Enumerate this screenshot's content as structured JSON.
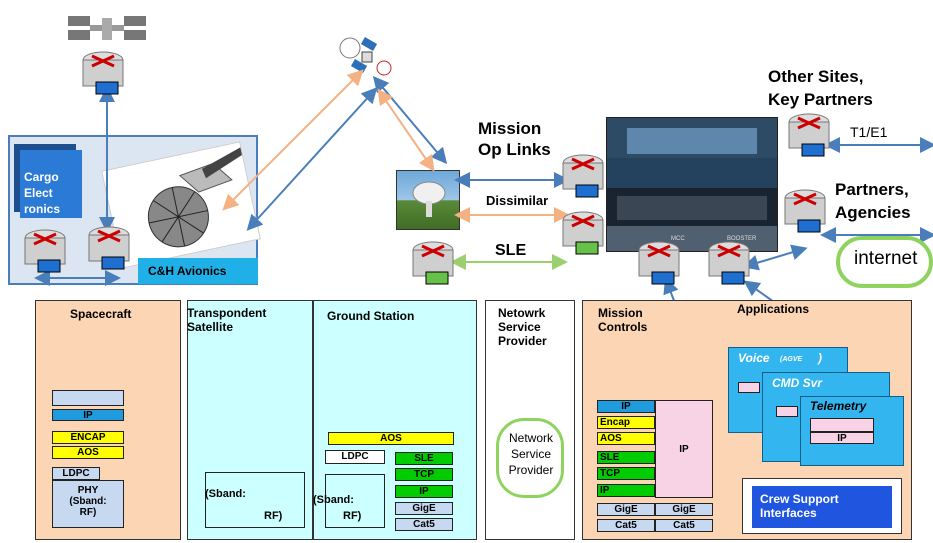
{
  "top": {
    "cargo_label": "Cargo\nElect\nronics",
    "avionics_label": "C&H Avionics",
    "mission_op_links": "Mission\nOp Links",
    "dissimilar": "Dissimilar",
    "sle_link": "SLE",
    "other_sites": "Other Sites,\nKey Partners",
    "t1e1": "T1/E1",
    "partners": "Partners,\nAgencies",
    "internet": "internet",
    "mcc_small": "MCC",
    "booster": "BOOSTER"
  },
  "bottom": {
    "spacecraft": {
      "title": "Spacecraft",
      "ip": "IP",
      "encap": "ENCAP",
      "aos": "AOS",
      "ldpc": "LDPC",
      "phy": "PHY\n(Sband:\nRF)"
    },
    "transponder": {
      "title": "Transpondent\nSatellite",
      "sband": "(Sband:",
      "rf": "RF)"
    },
    "ground": {
      "title": "Ground Station",
      "aos": "AOS",
      "ldpc": "LDPC",
      "sband": "(Sband:",
      "rf": "RF)",
      "sle": "SLE",
      "tcp": "TCP",
      "ip": "IP",
      "gige": "GigE",
      "cat5": "Cat5"
    },
    "nsp": {
      "title": "Netowrk\nService\nProvider",
      "cloud": "Network\nService\nProvider"
    },
    "mission": {
      "title": "Mission\nControls",
      "ip": "IP",
      "encap": "Encap",
      "aos": "AOS",
      "sle": "SLE",
      "tcp": "TCP",
      "ip2": "IP",
      "ip_box": "IP",
      "gige1": "GigE",
      "gige2": "GigE",
      "cat5_1": "Cat5",
      "cat5_2": "Cat5"
    },
    "applications": {
      "title": "Applications",
      "voice": "Voice",
      "agve": "(AGVE",
      "close": ")",
      "cmd": "CMD Svr",
      "telemetry": "Telemetry",
      "ip": "IP",
      "crew": "Crew Support\nInterfaces"
    }
  },
  "colors": {
    "orange_panel": "#fcd5b4",
    "cyan_panel": "#ccffff",
    "blue_link": "#4a7ebb",
    "tan_link": "#f4b183",
    "green_link": "#9bcf70",
    "yellow": "#ffff00",
    "green": "#00cc00",
    "blue_box": "#1f9bde",
    "app_box": "#33b5ef",
    "crew_box": "#2055e0"
  }
}
